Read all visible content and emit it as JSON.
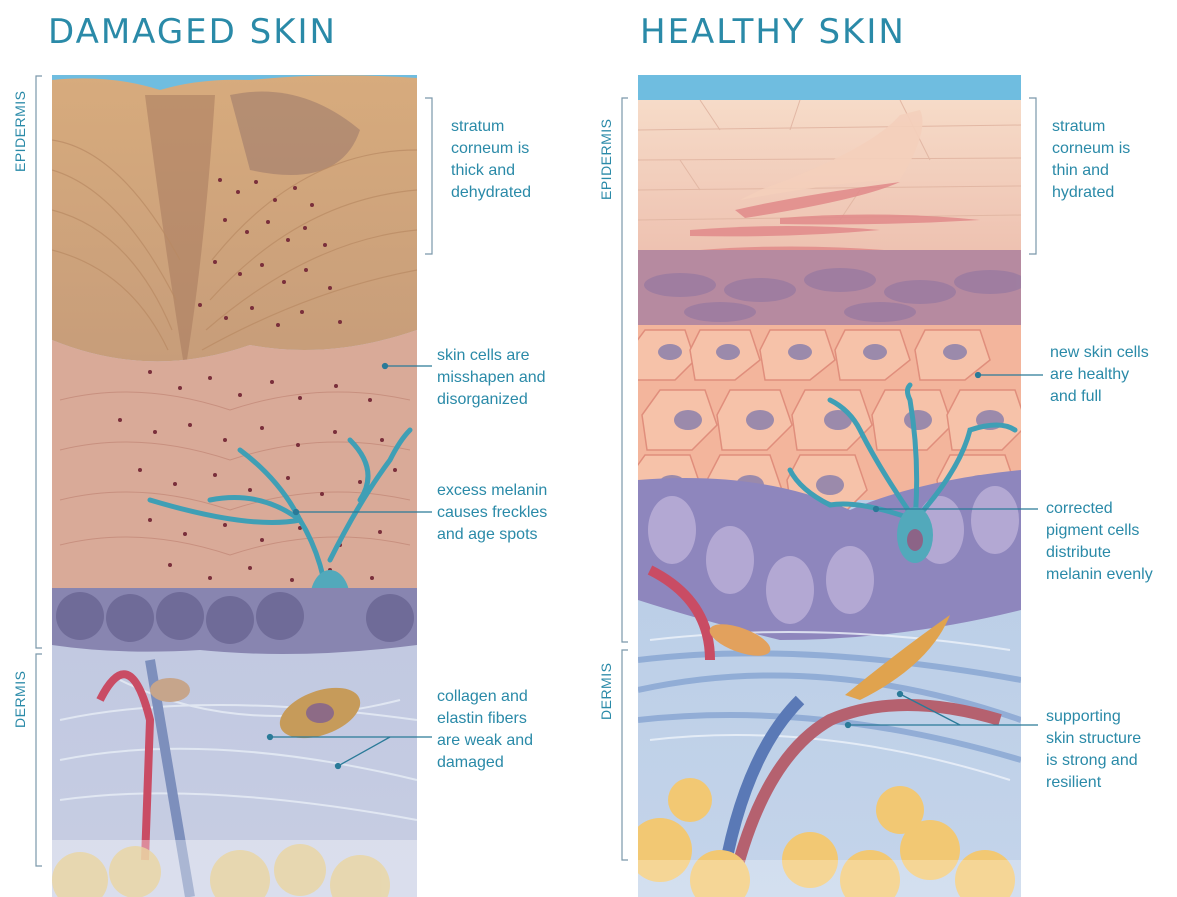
{
  "left_panel": {
    "title": "DAMAGED SKIN",
    "layer_labels": {
      "epidermis": "EPIDERMIS",
      "dermis": "DERMIS"
    },
    "annotations": [
      {
        "lines": [
          "stratum",
          "corneum is",
          "thick and",
          "dehydrated"
        ]
      },
      {
        "lines": [
          "skin cells are",
          "misshapen and",
          "disorganized"
        ]
      },
      {
        "lines": [
          "excess melanin",
          "causes freckles",
          "and age spots"
        ]
      },
      {
        "lines": [
          "collagen and",
          "elastin fibers",
          "are weak and",
          "damaged"
        ]
      }
    ]
  },
  "right_panel": {
    "title": "HEALTHY SKIN",
    "layer_labels": {
      "epidermis": "EPIDERMIS",
      "dermis": "DERMIS"
    },
    "annotations": [
      {
        "lines": [
          "stratum",
          "corneum is",
          "thin and",
          "hydrated"
        ]
      },
      {
        "lines": [
          "new skin cells",
          "are healthy",
          "and full"
        ]
      },
      {
        "lines": [
          "corrected",
          "pigment cells",
          "distribute",
          "melanin evenly"
        ]
      },
      {
        "lines": [
          "supporting",
          "skin structure",
          "is strong and",
          "resilient"
        ]
      }
    ]
  },
  "colors": {
    "accent": "#2a8aa8",
    "sky": "#5fb8dc",
    "corneum_damaged": "#c99a6a",
    "corneum_healthy": "#f1cdb4",
    "cells_damaged": "#d9a995",
    "cells_healthy": "#f4b89a",
    "basal": "#8b87b5",
    "dermis": "#a9bfde",
    "fat": "#e8c46a",
    "melanin_dots": "#7a2f3b",
    "pigment_cell": "#3f9fb5"
  }
}
